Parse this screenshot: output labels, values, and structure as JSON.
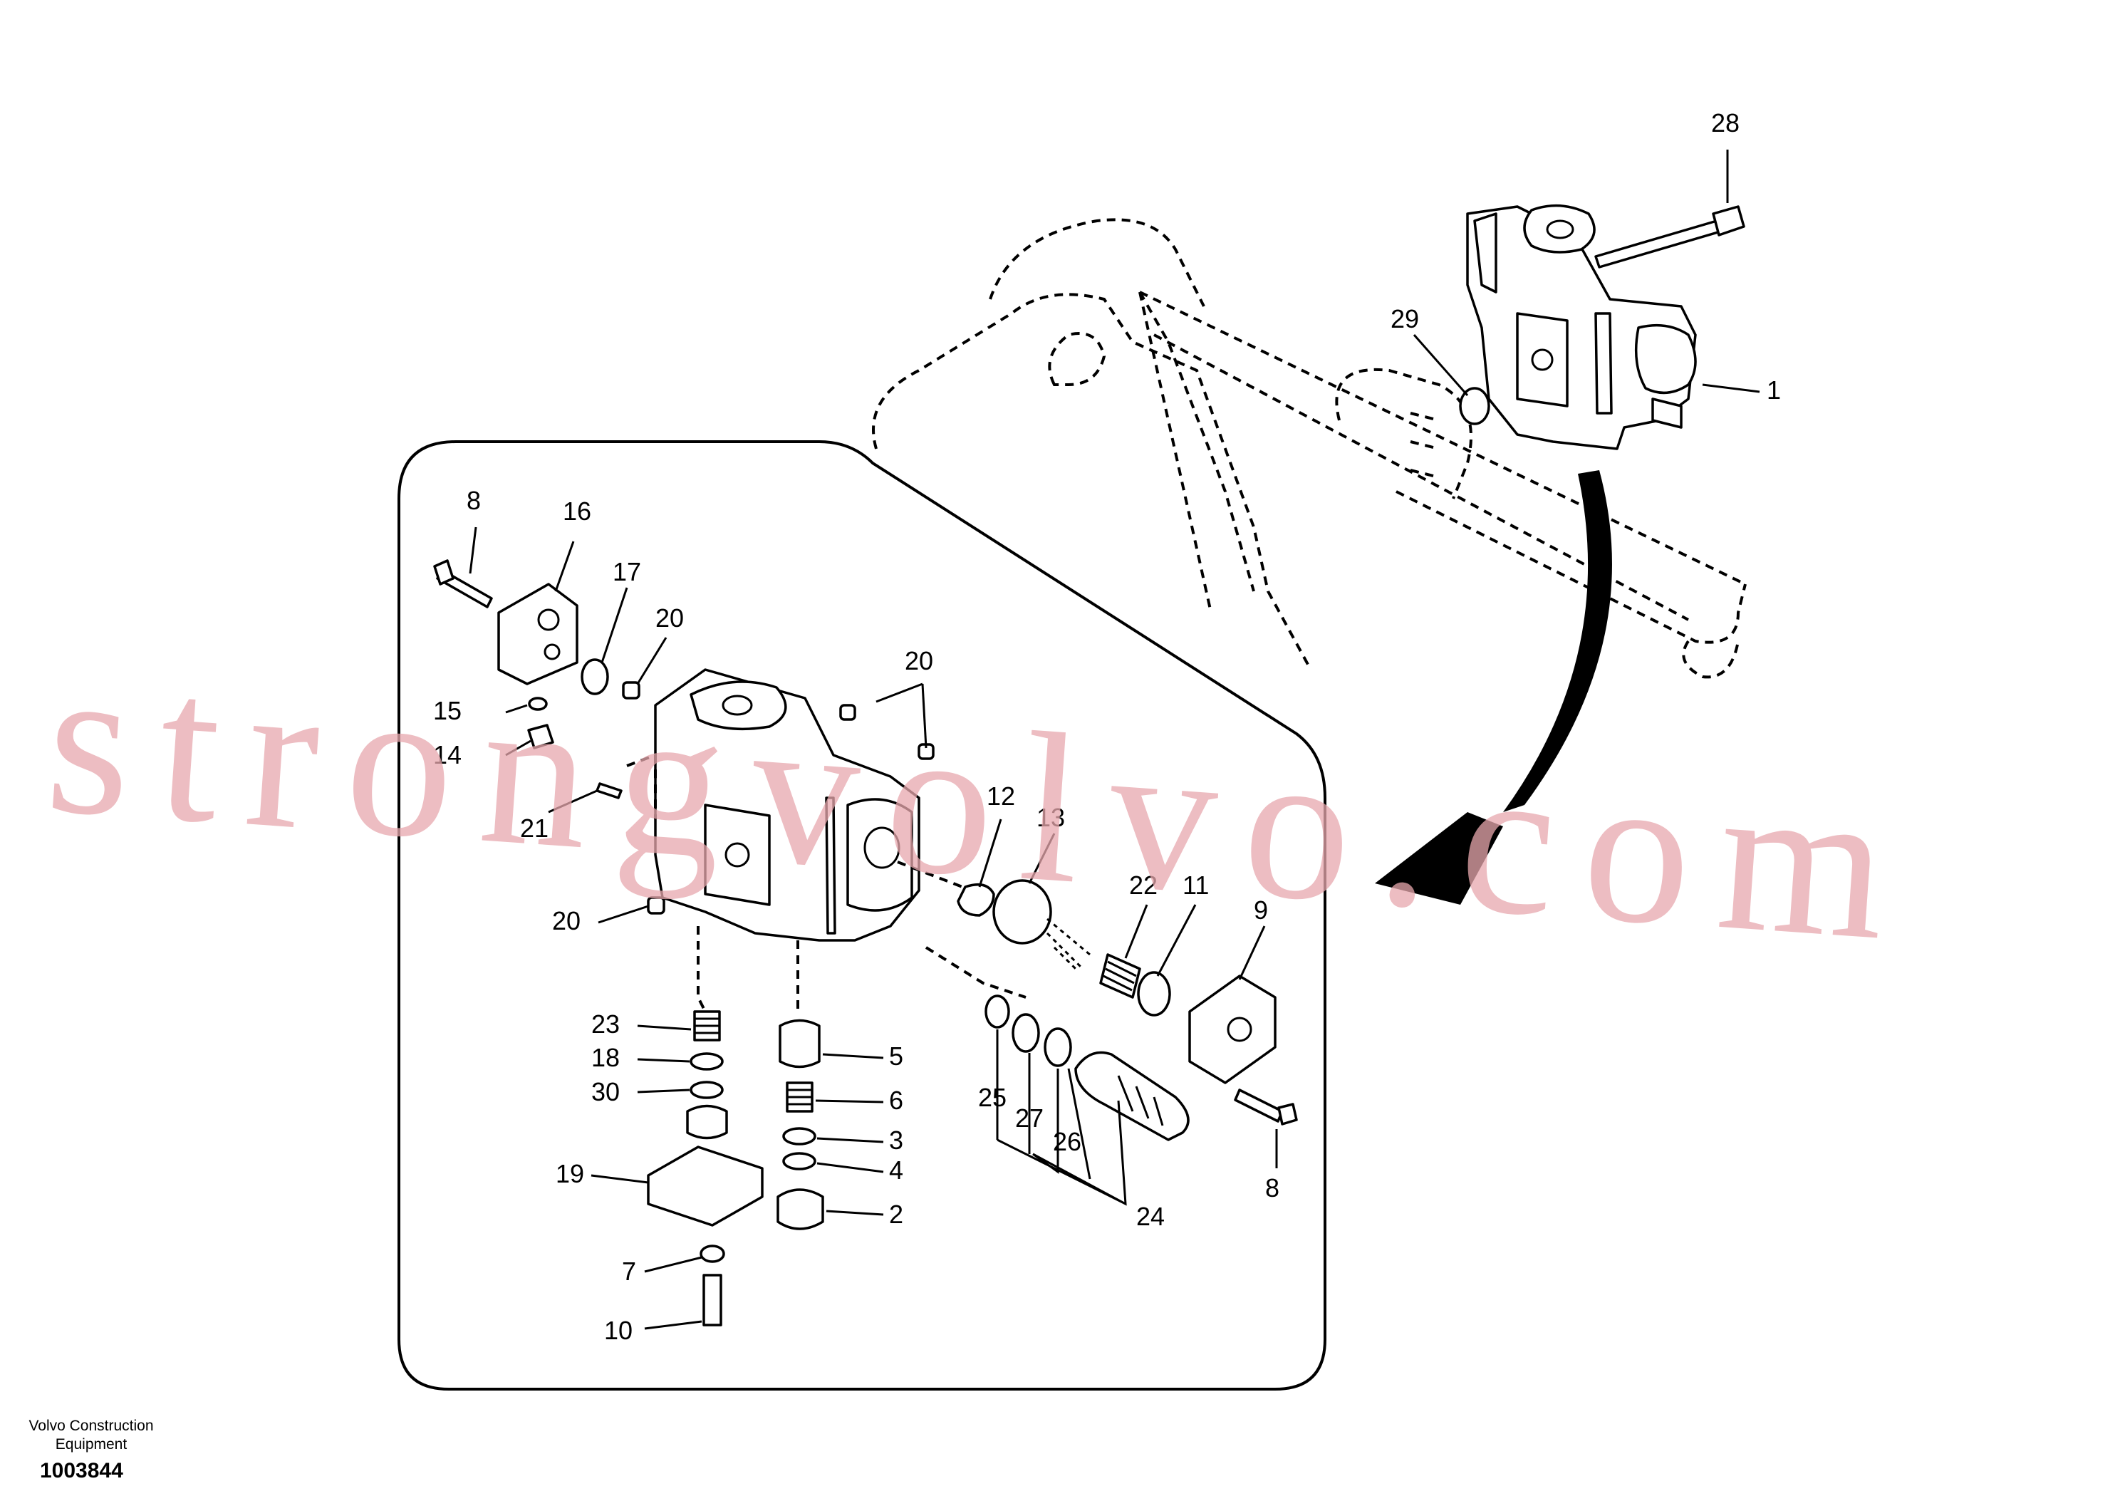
{
  "watermark": "strongvolvo.com",
  "publisher": {
    "line1": "Volvo Construction",
    "line2": "Equipment"
  },
  "document_number": "1003844",
  "callouts": {
    "c28": "28",
    "c29": "29",
    "c1": "1",
    "c8a": "8",
    "c16": "16",
    "c17": "17",
    "c20a": "20",
    "c20b": "20",
    "c15": "15",
    "c14": "14",
    "c21": "21",
    "c20c": "20",
    "c12": "12",
    "c13": "13",
    "c22": "22",
    "c11": "11",
    "c9": "9",
    "c23": "23",
    "c18": "18",
    "c30": "30",
    "c19": "19",
    "c5": "5",
    "c6": "6",
    "c3": "3",
    "c4": "4",
    "c2": "2",
    "c7": "7",
    "c10": "10",
    "c25": "25",
    "c27": "27",
    "c26": "26",
    "c24": "24",
    "c8b": "8"
  }
}
